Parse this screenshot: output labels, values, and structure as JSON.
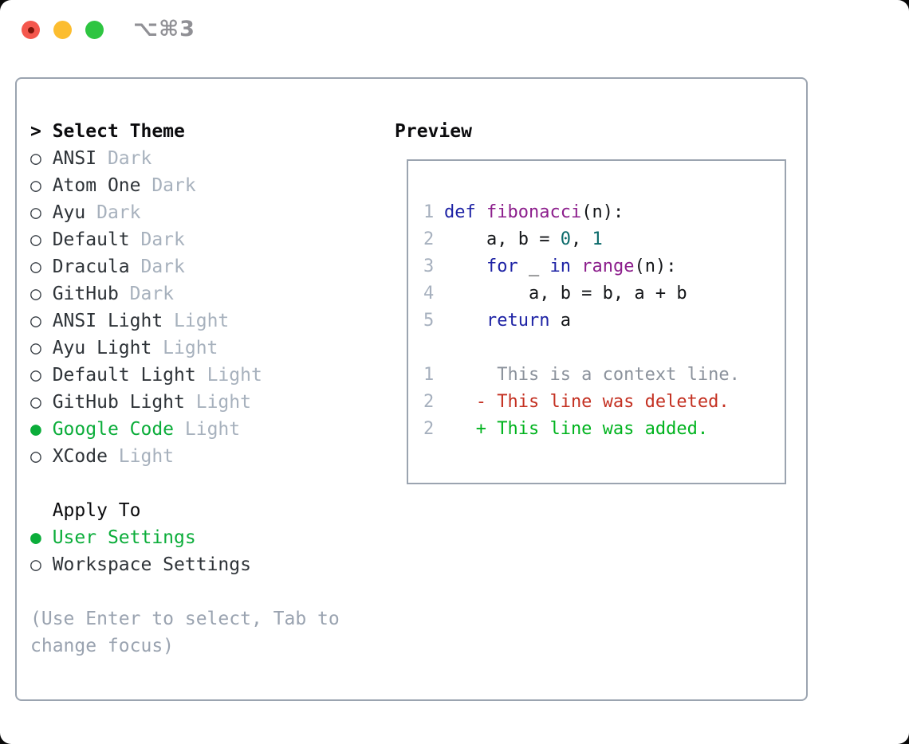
{
  "window": {
    "title": "⌥⌘3"
  },
  "icons": {
    "radio_unselected": "○",
    "radio_selected": "●",
    "prompt": ">",
    "deleted_sign": "-",
    "added_sign": "+"
  },
  "selector": {
    "title": "Select Theme",
    "prompt_char": ">",
    "themes": [
      {
        "name": "ANSI",
        "variant": "Dark",
        "selected": false
      },
      {
        "name": "Atom One",
        "variant": "Dark",
        "selected": false
      },
      {
        "name": "Ayu",
        "variant": "Dark",
        "selected": false
      },
      {
        "name": "Default",
        "variant": "Dark",
        "selected": false
      },
      {
        "name": "Dracula",
        "variant": "Dark",
        "selected": false
      },
      {
        "name": "GitHub",
        "variant": "Dark",
        "selected": false
      },
      {
        "name": "ANSI Light",
        "variant": "Light",
        "selected": false
      },
      {
        "name": "Ayu Light",
        "variant": "Light",
        "selected": false
      },
      {
        "name": "Default Light",
        "variant": "Light",
        "selected": false
      },
      {
        "name": "GitHub Light",
        "variant": "Light",
        "selected": false
      },
      {
        "name": "Google Code",
        "variant": "Light",
        "selected": true
      },
      {
        "name": "XCode",
        "variant": "Light",
        "selected": false
      }
    ],
    "apply_to": {
      "title": "Apply To",
      "options": [
        {
          "label": "User Settings",
          "selected": true
        },
        {
          "label": "Workspace Settings",
          "selected": false
        }
      ]
    },
    "hint": "(Use Enter to select, Tab to change focus)"
  },
  "preview": {
    "title": "Preview",
    "code_lines": [
      {
        "num": "1",
        "tokens": [
          [
            "kw",
            "def"
          ],
          [
            "pl",
            " "
          ],
          [
            "fn",
            "fibonacci"
          ],
          [
            "pl",
            "(n):"
          ]
        ]
      },
      {
        "num": "2",
        "tokens": [
          [
            "pl",
            "    a, b = "
          ],
          [
            "num",
            "0"
          ],
          [
            "pl",
            ", "
          ],
          [
            "num",
            "1"
          ]
        ]
      },
      {
        "num": "3",
        "tokens": [
          [
            "pl",
            "    "
          ],
          [
            "kw",
            "for"
          ],
          [
            "pl",
            " _ "
          ],
          [
            "kw",
            "in"
          ],
          [
            "pl",
            " "
          ],
          [
            "fn",
            "range"
          ],
          [
            "pl",
            "(n):"
          ]
        ]
      },
      {
        "num": "4",
        "tokens": [
          [
            "pl",
            "        a, b = b, a + b"
          ]
        ]
      },
      {
        "num": "5",
        "tokens": [
          [
            "pl",
            "    "
          ],
          [
            "kw",
            "return"
          ],
          [
            "pl",
            " a"
          ]
        ]
      },
      {
        "num": "",
        "tokens": []
      },
      {
        "num": "1",
        "tokens": [
          [
            "ctx",
            "     This is a context line."
          ]
        ]
      },
      {
        "num": "2",
        "tokens": [
          [
            "del",
            "   - This line was deleted."
          ]
        ]
      },
      {
        "num": "2",
        "tokens": [
          [
            "add",
            "   + This line was added."
          ]
        ]
      }
    ]
  },
  "colors": {
    "window_bg": "#ffffff",
    "panel_border": "#9ba4b0",
    "heading_text": "#0b0b0d",
    "list_text": "#2e3338",
    "variant_muted": "#a7b1bd",
    "hint_text": "#9aa3b0",
    "accent_green": "#0bad3a",
    "diff_added": "#00b31e",
    "diff_deleted": "#c43122",
    "syntax_keyword": "#1e23a5",
    "syntax_function": "#8c1e8c",
    "syntax_literal": "#0a6a6a",
    "syntax_plain": "#141619",
    "line_number": "#a6b0be",
    "context_line": "#8b929c",
    "titlebar_text": "#909095",
    "light_red": "#f4574d",
    "light_red_dot": "#7e150a",
    "light_yellow": "#fcbd2f",
    "light_green": "#2ec541"
  }
}
